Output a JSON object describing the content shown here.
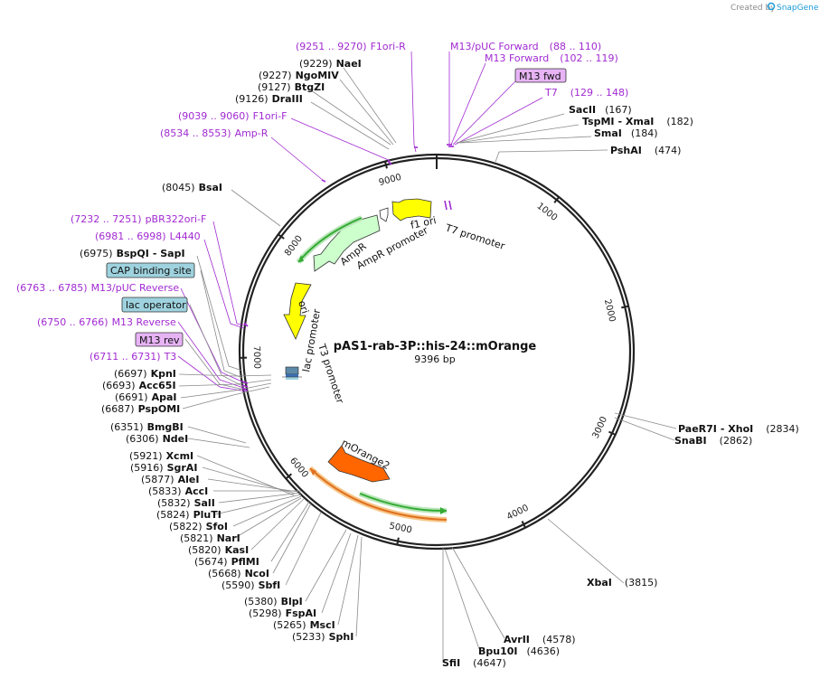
{
  "credit": {
    "prefix": "Created by",
    "brand": "SnapGene"
  },
  "plasmid": {
    "name": "pAS1-rab-3P::his-24::mOrange",
    "size_label": "9396 bp",
    "length": 9396
  },
  "ticks": [
    "1000",
    "2000",
    "3000",
    "4000",
    "5000",
    "6000",
    "7000",
    "8000",
    "9000"
  ],
  "colors": {
    "primer": "#a12ad1",
    "primer_box": "#e7b3f5",
    "ori_feature": "#ffff00",
    "amp_feature": "#ccffcc",
    "morange_feature": "#ff6600",
    "cap_box": "#9ed2de",
    "backbone": "#222222"
  },
  "labels": {
    "primers": [
      {
        "pos": "(9251 .. 9270)",
        "name": "F1ori-R"
      },
      {
        "pos": "",
        "name": "M13/pUC Forward",
        "pos2": "(88 .. 110)"
      },
      {
        "pos": "",
        "name": "M13 Forward",
        "pos2": "(102 .. 119)"
      },
      {
        "pos": "",
        "name": "M13 fwd",
        "pos2": ""
      },
      {
        "pos": "",
        "name": "T7",
        "pos2": "(129 .. 148)"
      },
      {
        "pos": "(9039 .. 9060)",
        "name": "F1ori-F"
      },
      {
        "pos": "(8534 .. 8553)",
        "name": "Amp-R"
      },
      {
        "pos": "(7232 .. 7251)",
        "name": "pBR322ori-F"
      },
      {
        "pos": "(6981 .. 6998)",
        "name": "L4440"
      },
      {
        "pos": "(6763 .. 6785)",
        "name": "M13/pUC Reverse"
      },
      {
        "pos": "(6750 .. 6766)",
        "name": "M13 Reverse"
      },
      {
        "pos": "",
        "name": "M13 rev"
      },
      {
        "pos": "(6711 .. 6731)",
        "name": "T3"
      }
    ],
    "sites_left": [
      {
        "pos": "(9229)",
        "name": "NaeI"
      },
      {
        "pos": "(9227)",
        "name": "NgoMIV"
      },
      {
        "pos": "(9127)",
        "name": "BtgZI"
      },
      {
        "pos": "(9126)",
        "name": "DraIII"
      },
      {
        "pos": "(8045)",
        "name": "BsaI"
      },
      {
        "pos": "(6975)",
        "name": "BspQI",
        "name2": "- SapI"
      },
      {
        "name": "CAP binding site"
      },
      {
        "name": "lac operator"
      },
      {
        "pos": "(6697)",
        "name": "KpnI"
      },
      {
        "pos": "(6693)",
        "name": "Acc65I"
      },
      {
        "pos": "(6691)",
        "name": "ApaI"
      },
      {
        "pos": "(6687)",
        "name": "PspOMI"
      },
      {
        "pos": "(6351)",
        "name": "BmgBI"
      },
      {
        "pos": "(6306)",
        "name": "NdeI"
      },
      {
        "pos": "(5921)",
        "name": "XcmI"
      },
      {
        "pos": "(5916)",
        "name": "SgrAI"
      },
      {
        "pos": "(5877)",
        "name": "AleI"
      },
      {
        "pos": "(5833)",
        "name": "AccI"
      },
      {
        "pos": "(5832)",
        "name": "SalI"
      },
      {
        "pos": "(5824)",
        "name": "PluTI"
      },
      {
        "pos": "(5822)",
        "name": "SfoI"
      },
      {
        "pos": "(5821)",
        "name": "NarI"
      },
      {
        "pos": "(5820)",
        "name": "KasI"
      },
      {
        "pos": "(5674)",
        "name": "PflMI"
      },
      {
        "pos": "(5668)",
        "name": "NcoI"
      },
      {
        "pos": "(5590)",
        "name": "SbfI"
      },
      {
        "pos": "(5380)",
        "name": "BlpI"
      },
      {
        "pos": "(5298)",
        "name": "FspAI"
      },
      {
        "pos": "(5265)",
        "name": "MscI"
      },
      {
        "pos": "(5233)",
        "name": "SphI"
      }
    ],
    "sites_right": [
      {
        "name": "SacII",
        "pos": "(167)"
      },
      {
        "name": "TspMI",
        "name2": "- XmaI",
        "pos": "(182)"
      },
      {
        "name": "SmaI",
        "pos": "(184)"
      },
      {
        "name": "PshAI",
        "pos": "(474)"
      },
      {
        "name": "PaeR7I",
        "name2": "- XhoI",
        "pos": "(2834)"
      },
      {
        "name": "SnaBI",
        "pos": "(2862)"
      },
      {
        "name": "XbaI",
        "pos": "(3815)"
      },
      {
        "name": "AvrII",
        "pos": "(4578)"
      },
      {
        "name": "Bpu10I",
        "pos": "(4636)"
      },
      {
        "name": "SfiI",
        "pos": "(4647)"
      }
    ]
  },
  "features": {
    "f1_ori": "f1 ori",
    "t7_promoter": "T7 promoter",
    "ampr": "AmpR",
    "ampr_promoter": "AmpR promoter",
    "ori": "ori",
    "lac_promoter": "lac promoter",
    "t3_promoter": "T3 promoter",
    "morange2": "mOrange2"
  }
}
